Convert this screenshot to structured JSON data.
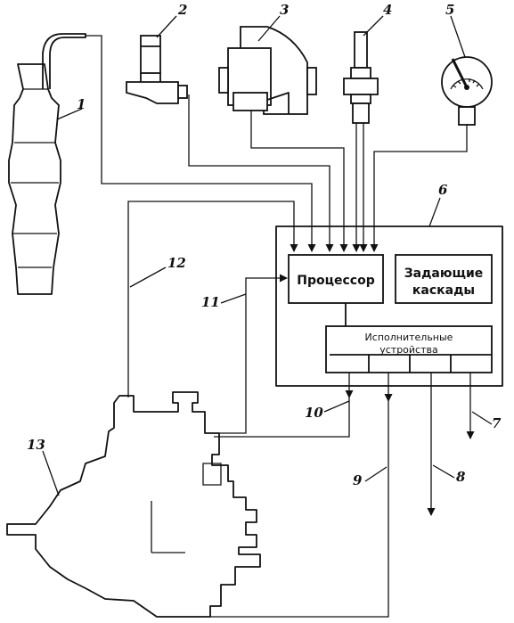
{
  "blocks": {
    "processor": "Процессор",
    "driver_line1": "Задающие",
    "driver_line2": "каскады",
    "actuators_line1": "Исполнительные",
    "actuators_line2": "устройства"
  },
  "callouts": [
    "1",
    "2",
    "3",
    "4",
    "5",
    "6",
    "7",
    "8",
    "9",
    "10",
    "11",
    "12",
    "13"
  ]
}
